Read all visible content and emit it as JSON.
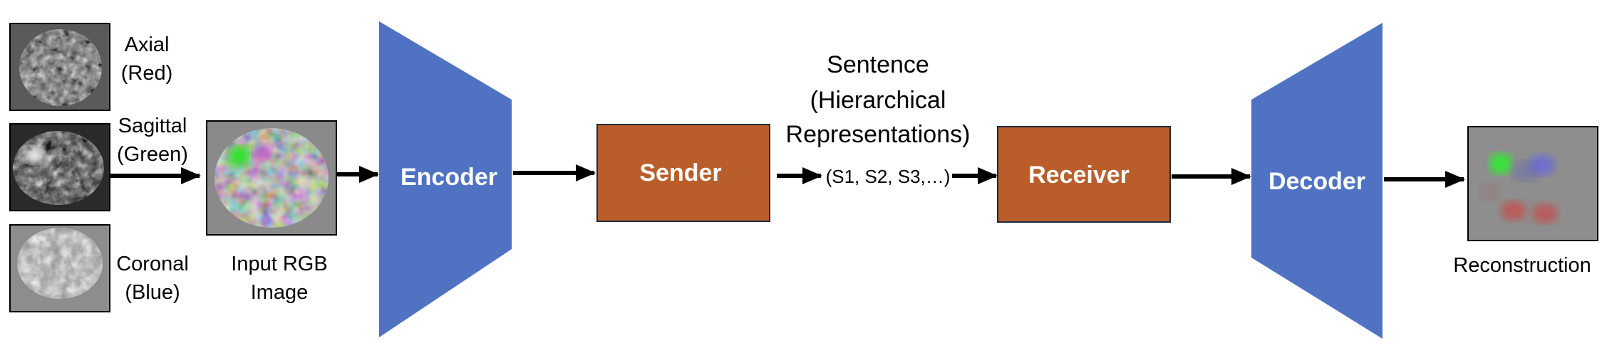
{
  "slices": {
    "axial": {
      "name": "Axial",
      "channel": "(Red)"
    },
    "sagittal": {
      "name": "Sagittal",
      "channel": "(Green)"
    },
    "coronal": {
      "name": "Coronal",
      "channel": "(Blue)"
    }
  },
  "input": {
    "line1": "Input RGB",
    "line2": "Image"
  },
  "encoder": {
    "label": "Encoder"
  },
  "sender": {
    "label": "Sender"
  },
  "sentence": {
    "line1": "Sentence",
    "line2": "(Hierarchical",
    "line3": "Representations)",
    "tokens": "(S1, S2, S3,…)"
  },
  "receiver": {
    "label": "Receiver"
  },
  "decoder": {
    "label": "Decoder"
  },
  "output": {
    "label": "Reconstruction"
  },
  "colors": {
    "trapezoid": "#4f73c2",
    "box_fill": "#b95e2b",
    "box_stroke": "#1f2a40"
  }
}
